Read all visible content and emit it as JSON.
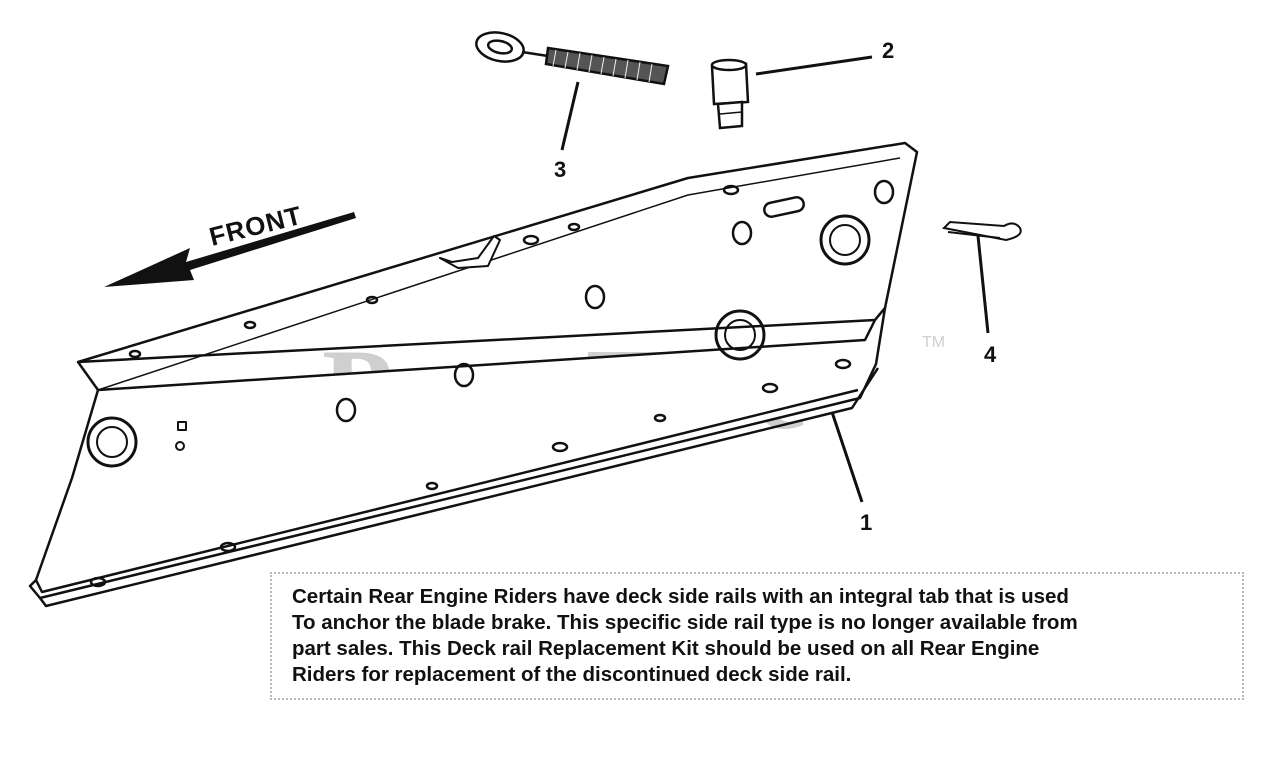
{
  "watermark": {
    "text": "PartsTree",
    "trademark": "TM"
  },
  "direction_label": "FRONT",
  "callouts": [
    {
      "id": "1",
      "part": "deck-side-rail"
    },
    {
      "id": "2",
      "part": "bushing-pin"
    },
    {
      "id": "3",
      "part": "eye-bolt"
    },
    {
      "id": "4",
      "part": "cotter-pin"
    }
  ],
  "note": {
    "lines": [
      "Certain Rear Engine Riders have deck side rails with an integral tab that is used",
      "To anchor the blade brake. This specific side rail type is no longer available from",
      "part sales. This Deck rail Replacement Kit should be used on all Rear Engine",
      "Riders for replacement of the discontinued deck side rail."
    ]
  }
}
